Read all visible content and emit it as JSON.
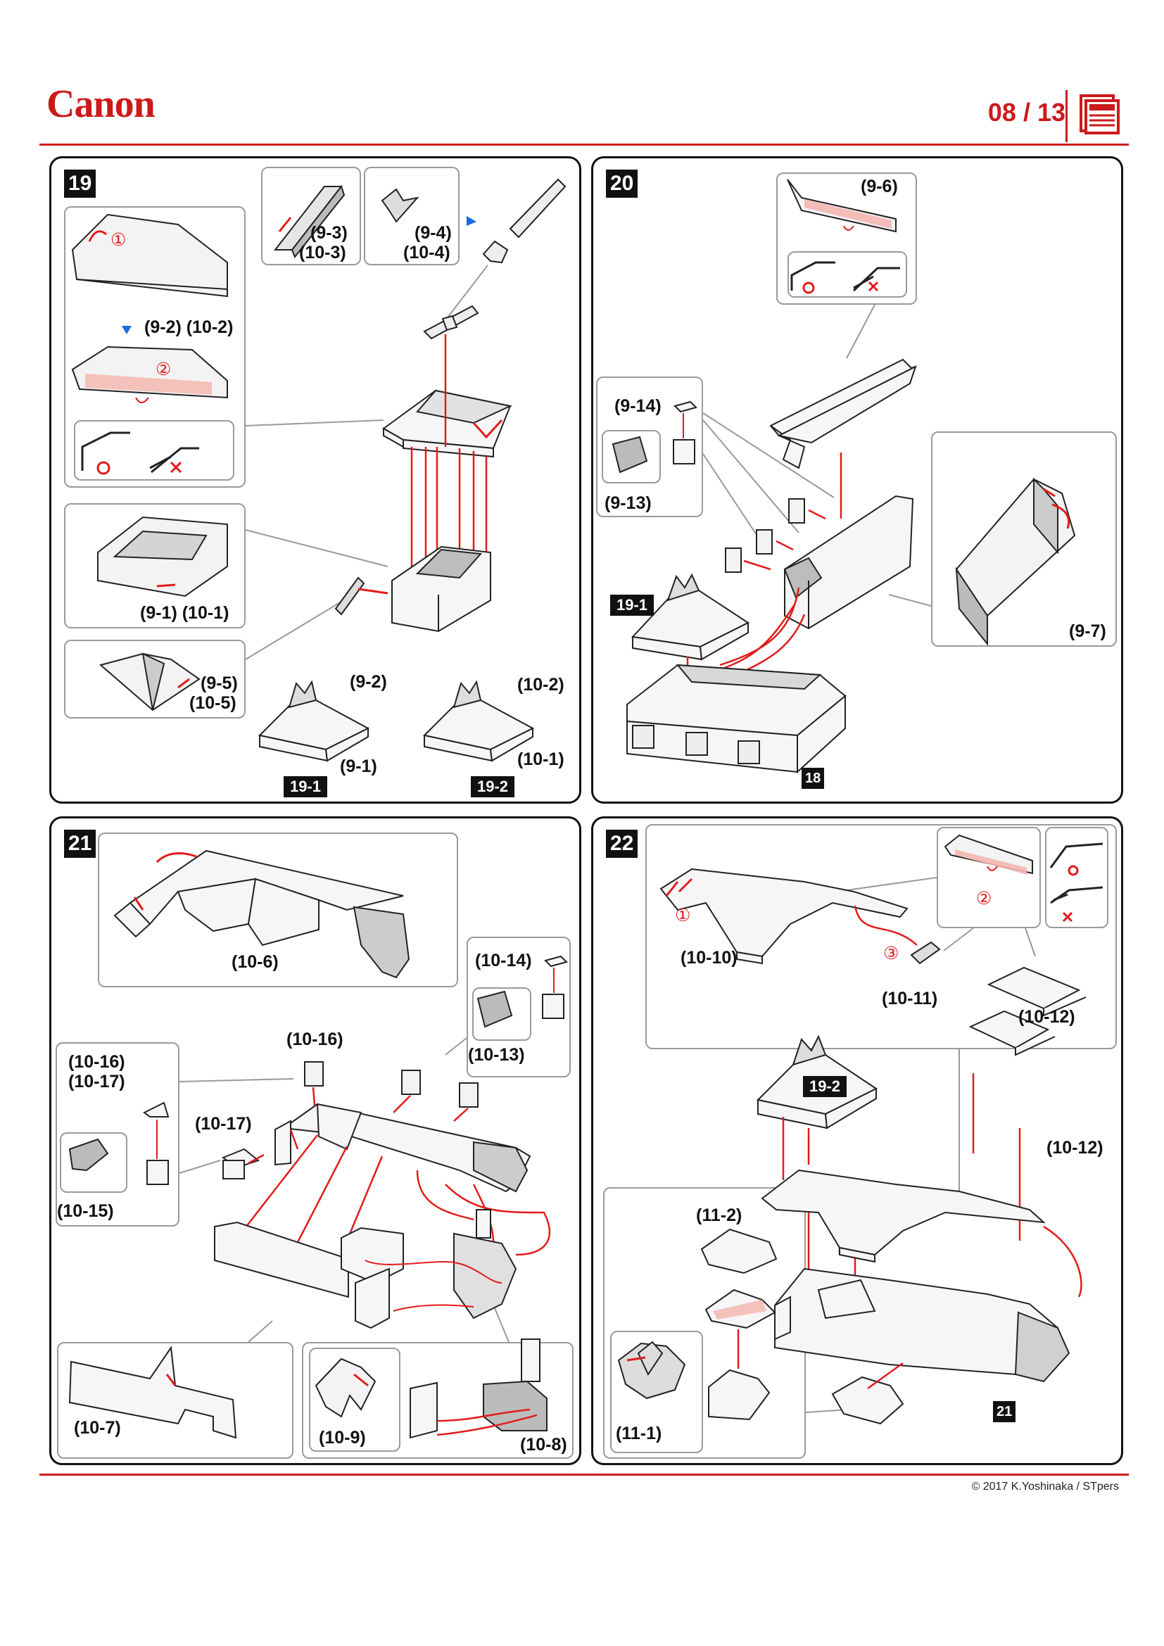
{
  "header": {
    "logo": "Canon",
    "page_indicator": "08 / 13"
  },
  "footer": {
    "copyright": "© 2017 K.Yoshinaka / STpers"
  },
  "colors": {
    "brand_red": "#cc1a1a",
    "arrow_red": "#e21b1b",
    "highlight_blue": "#1a6be0",
    "glue_pink": "#f4b7b0"
  },
  "steps": {
    "s19": {
      "number": "19",
      "labels": {
        "p9_3": "(9-3)",
        "p10_3": "(10-3)",
        "p9_4": "(9-4)",
        "p10_4": "(10-4)",
        "p9_2_10_2": "(9-2) (10-2)",
        "p9_1_10_1": "(9-1) (10-1)",
        "p9_5": "(9-5)",
        "p10_5": "(10-5)",
        "p9_2": "(9-2)",
        "p9_1": "(9-1)",
        "p10_2": "(10-2)",
        "p10_1": "(10-1)"
      },
      "tags": {
        "t19_1": "19-1",
        "t19_2": "19-2"
      },
      "marks": {
        "m1": "①",
        "m2": "②",
        "ok": "○",
        "ng": "×"
      }
    },
    "s20": {
      "number": "20",
      "labels": {
        "p9_6": "(9-6)",
        "p9_14": "(9-14)",
        "p9_13": "(9-13)",
        "p9_7": "(9-7)"
      },
      "tags": {
        "t19_1": "19-1",
        "t18": "18"
      },
      "marks": {
        "ok": "○",
        "ng": "×"
      }
    },
    "s21": {
      "number": "21",
      "labels": {
        "p10_6": "(10-6)",
        "p10_14": "(10-14)",
        "p10_13": "(10-13)",
        "p10_16": "(10-16)",
        "p10_16b": "(10-16)",
        "p10_17b": "(10-17)",
        "p10_17": "(10-17)",
        "p10_15": "(10-15)",
        "p10_7": "(10-7)",
        "p10_9": "(10-9)",
        "p10_8": "(10-8)"
      }
    },
    "s22": {
      "number": "22",
      "labels": {
        "p10_10": "(10-10)",
        "p10_11": "(10-11)",
        "p10_12": "(10-12)",
        "p10_12b": "(10-12)",
        "p11_2": "(11-2)",
        "p11_1": "(11-1)"
      },
      "tags": {
        "t19_2": "19-2",
        "t21": "21"
      },
      "marks": {
        "m1": "①",
        "m2": "②",
        "m3": "③",
        "ok": "○",
        "ng": "×"
      }
    }
  }
}
